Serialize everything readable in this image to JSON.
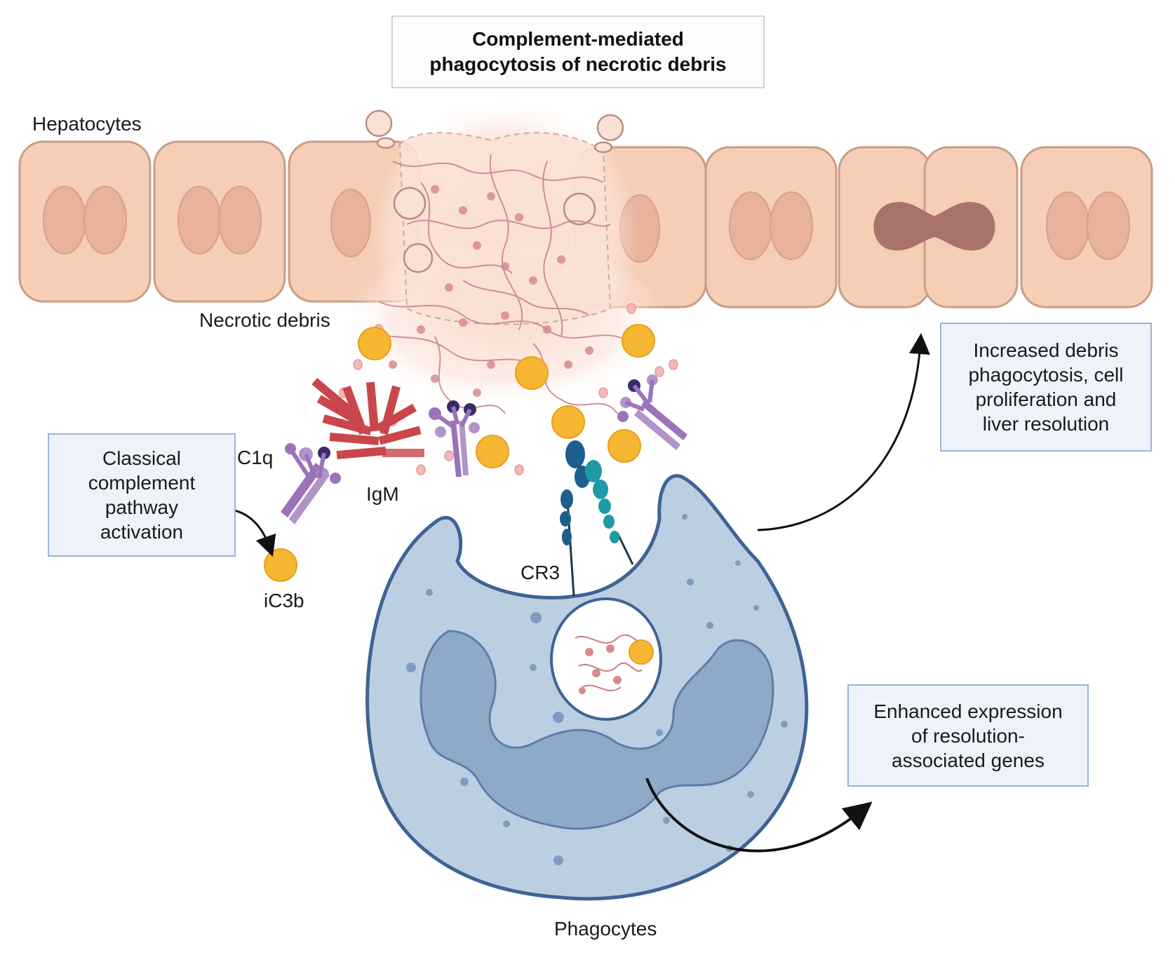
{
  "title": "Complement-mediated\nphagocytosis of necrotic debris",
  "labels": {
    "hepatocytes": "Hepatocytes",
    "necrotic_debris": "Necrotic debris",
    "c1q": "C1q",
    "igm": "IgM",
    "ic3b": "iC3b",
    "cr3": "CR3",
    "phagocytes": "Phagocytes"
  },
  "boxes": {
    "classical": "Classical\ncomplement\npathway\nactivation",
    "increased": "Increased debris\nphagocytosis, cell\nproliferation and\nliver resolution",
    "enhanced": "Enhanced expression\nof resolution-\nassociated genes"
  },
  "colors": {
    "hepatocyte_fill": "#f6cdb5",
    "hepatocyte_stroke": "#c99d86",
    "nucleus": "#e8b29c",
    "dividing_nucleus": "#a8736a",
    "phagocyte_fill": "#bccfe2",
    "phagocyte_stroke": "#3f6394",
    "phagocyte_nucleus": "#8eaac8",
    "ic3b": "#f5b731",
    "c1q": "#9b73b8",
    "igm": "#c9464b",
    "cr3_dark": "#1c5e8c",
    "cr3_teal": "#1e9aa6"
  }
}
